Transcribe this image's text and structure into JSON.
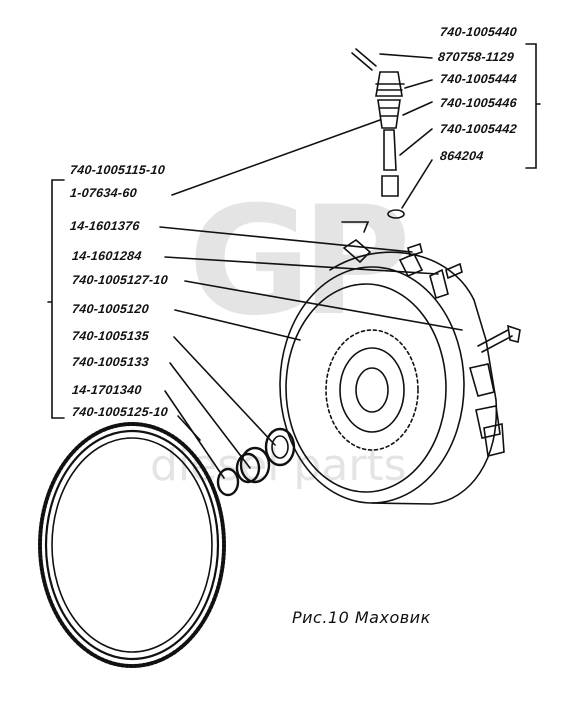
{
  "caption": "Рис.10 Маховик",
  "watermark": {
    "logo": "GP",
    "text": "diesel parts"
  },
  "labels_right": [
    "740-1005440",
    "870758-1129",
    "740-1005444",
    "740-1005446",
    "740-1005442",
    "864204"
  ],
  "labels_left": [
    "740-1005115-10",
    "1-07634-60",
    "14-1601376",
    "14-1601284",
    "740-1005127-10",
    "740-1005120",
    "740-1005135",
    "740-1005133",
    "14-1701340",
    "740-1005125-10"
  ],
  "colors": {
    "ink": "#111111",
    "paper": "#ffffff",
    "watermark": "#000000"
  }
}
